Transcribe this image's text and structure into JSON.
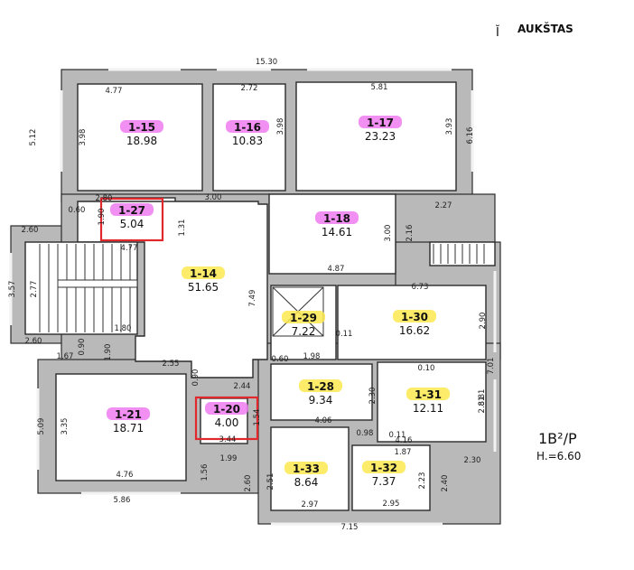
{
  "header": {
    "floor_label": "AUKŠTAS"
  },
  "stamp": {
    "category": "1B²/P",
    "height": "H.=6.60"
  },
  "highlight_colors": {
    "magenta": "#ef7cf0",
    "yellow": "#fbe94f",
    "selection": "#e0282d"
  },
  "rooms": [
    {
      "code": "1-15",
      "area": "18.98",
      "highlight": "magenta"
    },
    {
      "code": "1-16",
      "area": "10.83",
      "highlight": "magenta"
    },
    {
      "code": "1-17",
      "area": "23.23",
      "highlight": "magenta"
    },
    {
      "code": "1-27",
      "area": "5.04",
      "highlight": "magenta",
      "selected": true
    },
    {
      "code": "1-18",
      "area": "14.61",
      "highlight": "magenta"
    },
    {
      "code": "1-14",
      "area": "51.65",
      "highlight": "yellow"
    },
    {
      "code": "1-29",
      "area": "7.22",
      "highlight": "yellow"
    },
    {
      "code": "1-30",
      "area": "16.62",
      "highlight": "yellow"
    },
    {
      "code": "1-21",
      "area": "18.71",
      "highlight": "magenta"
    },
    {
      "code": "1-20",
      "area": "4.00",
      "highlight": "magenta",
      "selected": true
    },
    {
      "code": "1-28",
      "area": "9.34",
      "highlight": "yellow"
    },
    {
      "code": "1-31",
      "area": "12.11",
      "highlight": "yellow"
    },
    {
      "code": "1-33",
      "area": "8.64",
      "highlight": "yellow"
    },
    {
      "code": "1-32",
      "area": "7.37",
      "highlight": "yellow"
    }
  ],
  "dimensions": [
    "15.30",
    "4.77",
    "2.72",
    "5.81",
    "5.12",
    "3.98",
    "3.98",
    "3.93",
    "6.16",
    "2.80",
    "3.00",
    "2.27",
    "0.60",
    "1.90",
    "1.31",
    "4.77",
    "3.00",
    "2.16",
    "4.87",
    "2.60",
    "3.57",
    "2.77",
    "2.60",
    "1.80",
    "0.90",
    "1.90",
    "7.49",
    "6.73",
    "0.11",
    "0.60",
    "1.98",
    "2.90",
    "7.01",
    "0.10",
    "1.67",
    "2.55",
    "0.90",
    "2.44",
    "2.30",
    "2.81",
    "5.09",
    "3.35",
    "1.54",
    "3.44",
    "4.06",
    "0.98",
    "0.11",
    "1.87",
    "4.16",
    "4.76",
    "5.86",
    "1.56",
    "1.99",
    "2.60",
    "2.51",
    "2.97",
    "2.95",
    "2.23",
    "2.40",
    "2.30",
    "7.15",
    "8.81"
  ]
}
